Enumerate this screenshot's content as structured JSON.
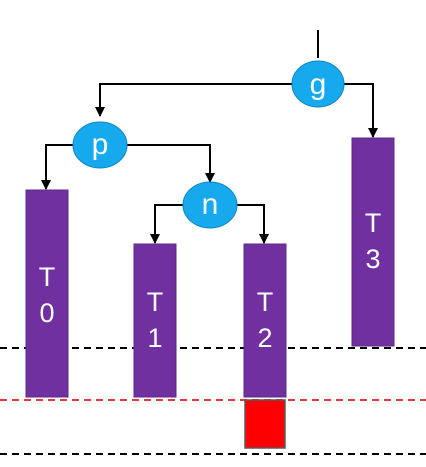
{
  "nodes": {
    "g": {
      "label": "g"
    },
    "p": {
      "label": "p"
    },
    "n": {
      "label": "n"
    }
  },
  "subtrees": {
    "t0": {
      "line1": "T",
      "line2": "0"
    },
    "t1": {
      "line1": "T",
      "line2": "1"
    },
    "t2": {
      "line1": "T",
      "line2": "2"
    },
    "t3": {
      "line1": "T",
      "line2": "3"
    }
  },
  "colors": {
    "node_fill": "#16a9ee",
    "subtree_fill": "#7030a0",
    "added_block_fill": "#ff0000",
    "edge": "#000000",
    "upper_level_line": "#000000",
    "middle_level_line": "#e23b3b",
    "lower_level_line": "#000000"
  }
}
